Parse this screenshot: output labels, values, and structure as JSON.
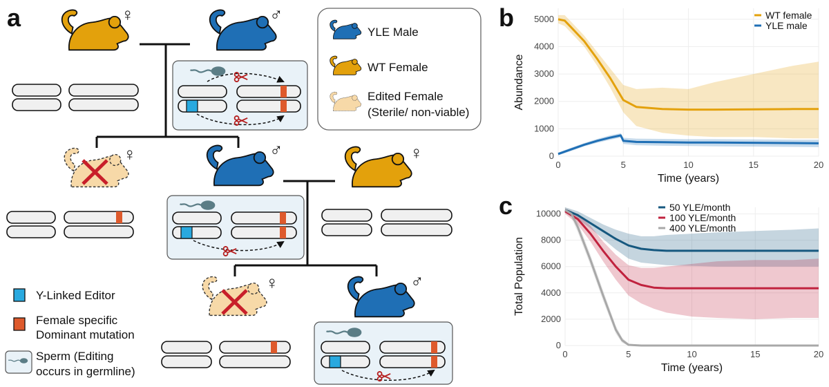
{
  "panels": {
    "a": "a",
    "b": "b",
    "c": "c"
  },
  "symbols": {
    "female": "♀",
    "male": "♂"
  },
  "colors": {
    "yle_male": "#1f6fb5",
    "wt_female": "#e3a10c",
    "edited_female": "#f7d9a8",
    "editor": "#29a9df",
    "mutation": "#de5a2c",
    "sperm_box": "#e9f2f8",
    "series_50": "#16587f",
    "series_100": "#c0223e",
    "series_400": "#a8a8a8",
    "cross": "#c81f2a",
    "scissors": "#b51e1e"
  },
  "icons": [
    "mouse-icon",
    "sperm-icon",
    "scissors-icon",
    "cross-icon",
    "chromosome-icon"
  ],
  "legend_top": {
    "yle_male": "YLE Male",
    "wt_female": "WT Female",
    "edited_female_line1": "Edited Female",
    "edited_female_line2": "(Sterile/ non-viable)"
  },
  "legend_bottom": {
    "editor": "Y-Linked Editor",
    "mutation_line1": "Female specific",
    "mutation_line2": "Dominant mutation",
    "sperm_line1": "Sperm (Editing",
    "sperm_line2": "occurs in germline)"
  },
  "chart_data": [
    {
      "panel": "b",
      "type": "line",
      "xlabel": "Time (years)",
      "ylabel": "Abundance",
      "xlim": [
        0,
        20
      ],
      "ylim": [
        0,
        5400
      ],
      "xticks": [
        0,
        5,
        10,
        15,
        20
      ],
      "yticks": [
        0,
        1000,
        2000,
        3000,
        4000,
        5000
      ],
      "grid": true,
      "legend": "top-right",
      "series": [
        {
          "name": "WT female",
          "color": "#e3a10c",
          "x": [
            0,
            0.5,
            1,
            2,
            3,
            4,
            5,
            6,
            8,
            10,
            12,
            15,
            18,
            20
          ],
          "y": [
            5000,
            4950,
            4700,
            4200,
            3550,
            2850,
            2050,
            1800,
            1720,
            1700,
            1700,
            1710,
            1720,
            1720
          ],
          "lower": [
            4850,
            4750,
            4500,
            4000,
            3300,
            2500,
            1600,
            1100,
            850,
            750,
            700,
            700,
            650,
            650
          ],
          "upper": [
            5150,
            5150,
            4900,
            4400,
            3800,
            3200,
            2600,
            2450,
            2500,
            2450,
            2700,
            3000,
            3300,
            3450
          ]
        },
        {
          "name": "YLE male",
          "color": "#1f6fb5",
          "x": [
            0,
            1,
            2,
            3,
            4,
            4.8,
            5,
            6,
            8,
            10,
            12,
            15,
            18,
            20
          ],
          "y": [
            80,
            250,
            420,
            560,
            680,
            760,
            560,
            520,
            510,
            500,
            500,
            490,
            480,
            470
          ],
          "lower": [
            30,
            190,
            360,
            490,
            600,
            680,
            450,
            400,
            380,
            370,
            360,
            350,
            340,
            330
          ],
          "upper": [
            130,
            310,
            480,
            630,
            760,
            840,
            670,
            640,
            630,
            620,
            620,
            610,
            600,
            600
          ]
        }
      ]
    },
    {
      "panel": "c",
      "type": "line",
      "xlabel": "Time (years)",
      "ylabel": "Total Population",
      "xlim": [
        0,
        20
      ],
      "ylim": [
        0,
        10500
      ],
      "xticks": [
        0,
        5,
        10,
        15,
        20
      ],
      "yticks": [
        0,
        2000,
        4000,
        6000,
        8000,
        10000
      ],
      "grid": true,
      "legend": "top-right",
      "series": [
        {
          "name": "50 YLE/month",
          "color": "#16587f",
          "x": [
            0,
            1,
            2,
            3,
            4,
            5,
            6,
            7,
            8,
            10,
            12,
            15,
            18,
            20
          ],
          "y": [
            10300,
            9900,
            9300,
            8700,
            8100,
            7600,
            7350,
            7250,
            7200,
            7200,
            7200,
            7200,
            7200,
            7200
          ],
          "lower": [
            10100,
            9600,
            8900,
            8100,
            7300,
            6600,
            6300,
            6200,
            6100,
            6050,
            6000,
            6000,
            6000,
            6000
          ],
          "upper": [
            10500,
            10200,
            9700,
            9200,
            8800,
            8500,
            8300,
            8300,
            8400,
            8500,
            8600,
            8700,
            8800,
            8900
          ]
        },
        {
          "name": "100 YLE/month",
          "color": "#c0223e",
          "x": [
            0,
            1,
            2,
            3,
            4,
            5,
            6,
            7,
            8,
            10,
            12,
            15,
            18,
            20
          ],
          "y": [
            10200,
            9600,
            8500,
            7200,
            6000,
            5000,
            4600,
            4400,
            4350,
            4350,
            4350,
            4350,
            4350,
            4350
          ],
          "lower": [
            10000,
            9200,
            7900,
            6400,
            5000,
            3800,
            3200,
            2800,
            2500,
            2200,
            2100,
            2000,
            2100,
            2100
          ],
          "upper": [
            10400,
            10000,
            9100,
            7900,
            6900,
            6100,
            5900,
            5900,
            6000,
            6200,
            6400,
            6500,
            6500,
            6600
          ]
        },
        {
          "name": "400 YLE/month",
          "color": "#a8a8a8",
          "x": [
            0,
            0.5,
            1,
            2,
            3,
            4,
            4.5,
            5,
            6,
            10,
            15,
            20
          ],
          "y": [
            10300,
            10000,
            9000,
            6500,
            3800,
            1200,
            400,
            50,
            0,
            0,
            0,
            0
          ],
          "lower": [
            10100,
            9700,
            8600,
            6100,
            3400,
            900,
            200,
            0,
            0,
            0,
            0,
            0
          ],
          "upper": [
            10500,
            10300,
            9400,
            6900,
            4200,
            1500,
            600,
            150,
            0,
            0,
            0,
            0
          ]
        }
      ]
    }
  ]
}
